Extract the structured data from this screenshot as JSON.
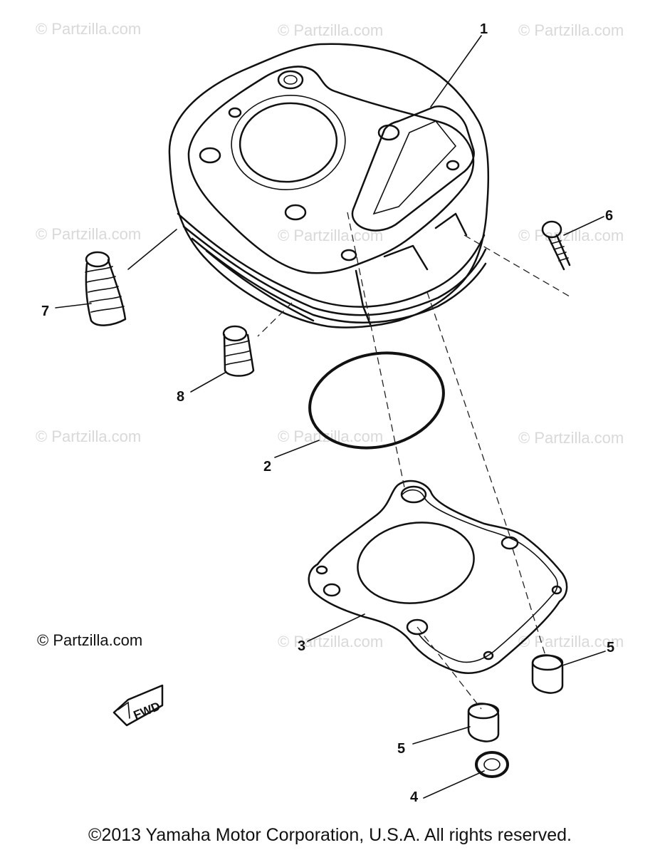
{
  "watermarks": [
    "© Partzilla.com",
    "© Partzilla.com",
    "© Partzilla.com",
    "© Partzilla.com",
    "© Partzilla.com",
    "© Partzilla.com",
    "© Partzilla.com",
    "© Partzilla.com",
    "© Partzilla.com",
    "© Partzilla.com",
    "© Partzilla.com"
  ],
  "brand_label": "© Partzilla.com",
  "fwd_label": "FWD",
  "callouts": {
    "c1": "1",
    "c2": "2",
    "c3": "3",
    "c4": "4",
    "c5a": "5",
    "c5b": "5",
    "c6": "6",
    "c7": "7",
    "c8": "8"
  },
  "copyright": "©2013 Yamaha Motor Corporation, U.S.A. All rights reserved."
}
